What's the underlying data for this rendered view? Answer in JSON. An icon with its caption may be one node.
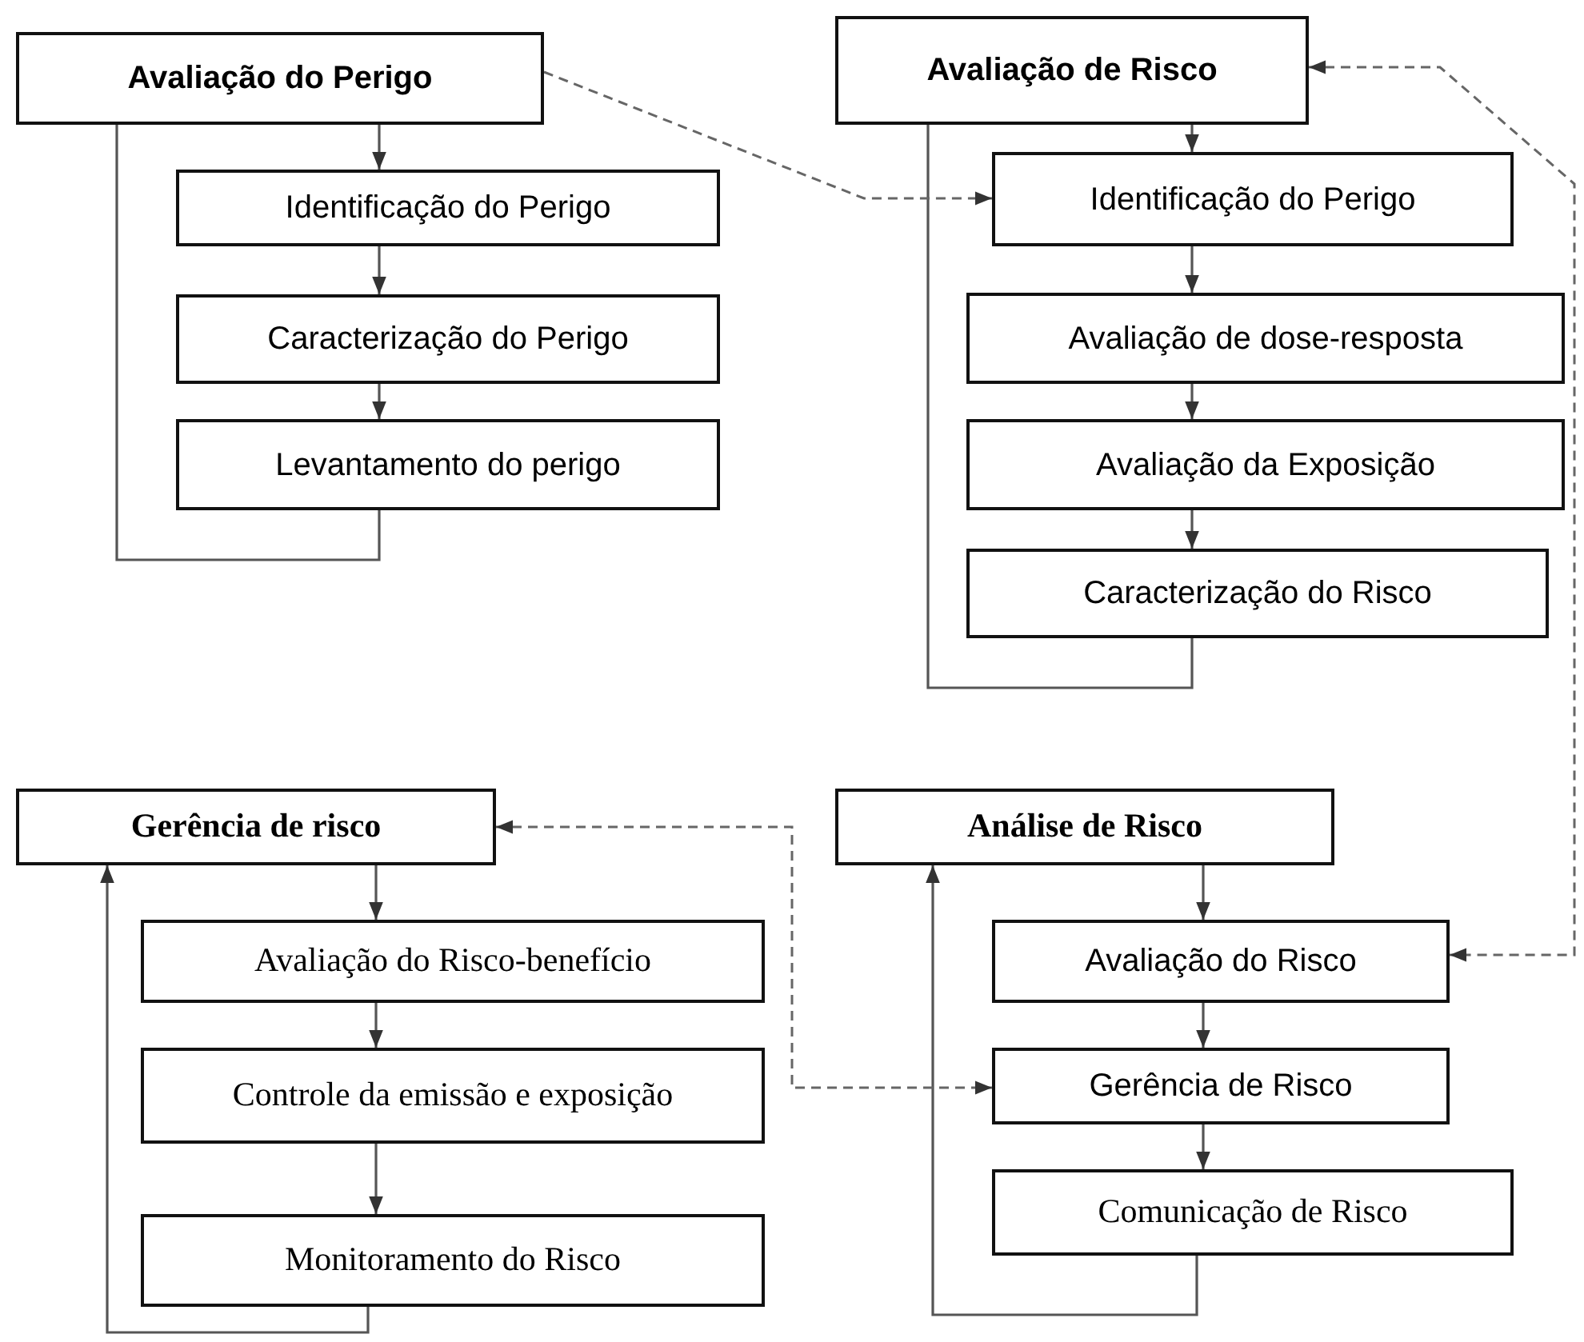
{
  "diagram": {
    "nodes": [
      {
        "text": [
          "Avaliação do Perigo"
        ]
      },
      {
        "text": [
          "Identificação do Perigo"
        ]
      },
      {
        "text": [
          "Caracterização do Perigo"
        ]
      },
      {
        "text": [
          "Levantamento do perigo"
        ]
      },
      {
        "text": [
          "Avaliação de Risco"
        ]
      },
      {
        "text": [
          "Identificação do Perigo"
        ]
      },
      {
        "text": [
          "Avaliação de dose-resposta"
        ]
      },
      {
        "text": [
          "Avaliação da Exposição"
        ]
      },
      {
        "text": [
          "Caracterização do Risco"
        ]
      },
      {
        "text": [
          "Gerência de risco"
        ]
      },
      {
        "text": [
          "Avaliação do Risco-benefício"
        ]
      },
      {
        "text": [
          "Controle da emissão e exposição"
        ]
      },
      {
        "text": [
          "Monitoramento do Risco"
        ]
      },
      {
        "text": [
          "Análise de Risco"
        ]
      },
      {
        "text": [
          "Avaliação do Risco"
        ]
      },
      {
        "text": [
          "Gerência de Risco"
        ]
      },
      {
        "text": [
          "Comunicação de Risco"
        ]
      }
    ],
    "edges": [
      {
        "from": 0,
        "to": 1,
        "arrow": "to"
      },
      {
        "from": 1,
        "to": 2,
        "arrow": "to"
      },
      {
        "from": 2,
        "to": 3,
        "arrow": "to"
      },
      {
        "from": 3,
        "to": 0,
        "arrow": "none"
      },
      {
        "from": 4,
        "to": 5,
        "arrow": "to"
      },
      {
        "from": 5,
        "to": 6,
        "arrow": "to"
      },
      {
        "from": 6,
        "to": 7,
        "arrow": "to"
      },
      {
        "from": 7,
        "to": 8,
        "arrow": "to"
      },
      {
        "from": 8,
        "to": 4,
        "arrow": "none"
      },
      {
        "from": 9,
        "to": 10,
        "arrow": "to"
      },
      {
        "from": 10,
        "to": 11,
        "arrow": "to"
      },
      {
        "from": 11,
        "to": 12,
        "arrow": "to"
      },
      {
        "from": 12,
        "to": 9,
        "arrow": "to"
      },
      {
        "from": 13,
        "to": 14,
        "arrow": "to"
      },
      {
        "from": 14,
        "to": 15,
        "arrow": "to"
      },
      {
        "from": 15,
        "to": 16,
        "arrow": "to"
      },
      {
        "from": 16,
        "to": 13,
        "arrow": "to"
      },
      {
        "from": 0,
        "to": 5,
        "arrow": "to",
        "style": "dashed"
      },
      {
        "from": 4,
        "to": 14,
        "arrow": "both",
        "style": "dashed"
      },
      {
        "from": 9,
        "to": 15,
        "arrow": "both",
        "style": "dashed"
      }
    ]
  }
}
